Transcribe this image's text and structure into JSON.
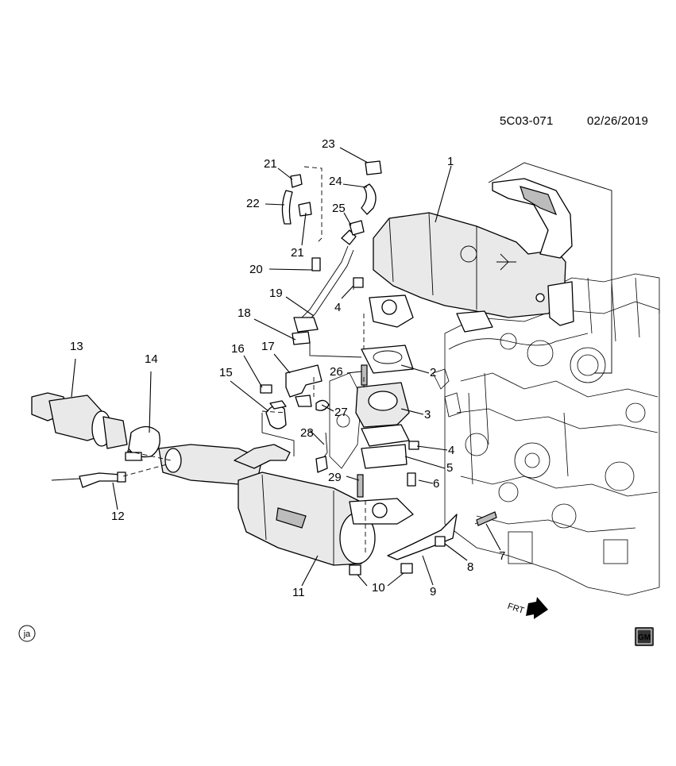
{
  "diagram": {
    "code": "5C03-071",
    "date": "02/26/2019",
    "corner_tag": "ja",
    "front_marker": "FRT",
    "logo": {
      "text": "GM",
      "colors": {
        "logo_bg": "#333333",
        "logo_fg": "#ffffff"
      }
    },
    "callouts": [
      "1",
      "2",
      "3",
      "4",
      "4",
      "5",
      "6",
      "7",
      "8",
      "9",
      "10",
      "11",
      "12",
      "13",
      "14",
      "15",
      "16",
      "17",
      "18",
      "19",
      "20",
      "21",
      "21",
      "22",
      "23",
      "24",
      "25",
      "26",
      "27",
      "28",
      "29"
    ]
  }
}
